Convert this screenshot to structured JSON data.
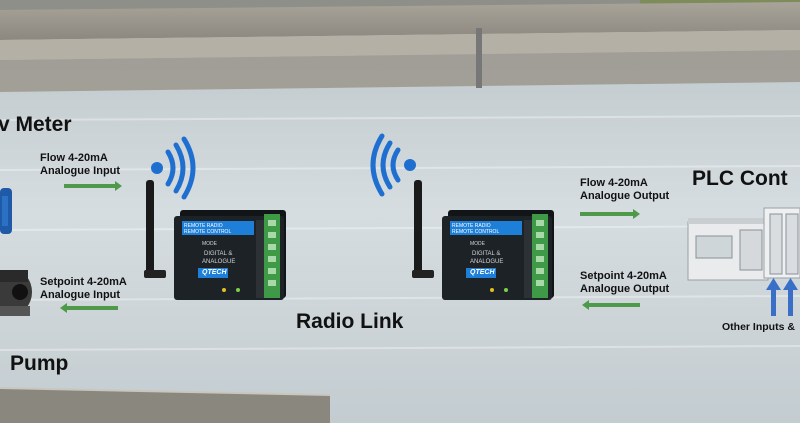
{
  "labels": {
    "flow_meter": "v Meter",
    "pump": "Pump",
    "radio_link": "Radio Link",
    "plc": "PLC Cont",
    "other_inputs": "Other Inputs &"
  },
  "signals": {
    "left_flow": [
      "Flow 4-20mA",
      "Analogue Input"
    ],
    "left_setpoint": [
      "Setpoint 4-20mA",
      "Analogue Input"
    ],
    "right_flow": [
      "Flow 4-20mA",
      "Analogue Output"
    ],
    "right_setpoint": [
      "Setpoint 4-20mA",
      "Analogue Output"
    ]
  },
  "devices": {
    "left": {
      "top_label": "REMOTE RADIO",
      "top_label_2": "REMOTE CONTROL",
      "mode": "MODE",
      "line1": "DIGITAL &",
      "line2": "ANALOGUE",
      "brand": "QTECH"
    },
    "right": {
      "top_label": "REMOTE RADIO",
      "top_label_2": "REMOTE CONTROL",
      "mode": "MODE",
      "line1": "DIGITAL &",
      "line2": "ANALOGUE",
      "brand": "QTECH"
    }
  },
  "colors": {
    "arrow_green": "#4f9a4a",
    "wifi_blue": "#1f6fd1",
    "device_blue": "#1e7fd8",
    "terminal_green": "#3f9a48",
    "input_arrow_blue": "#3a6fc8"
  }
}
